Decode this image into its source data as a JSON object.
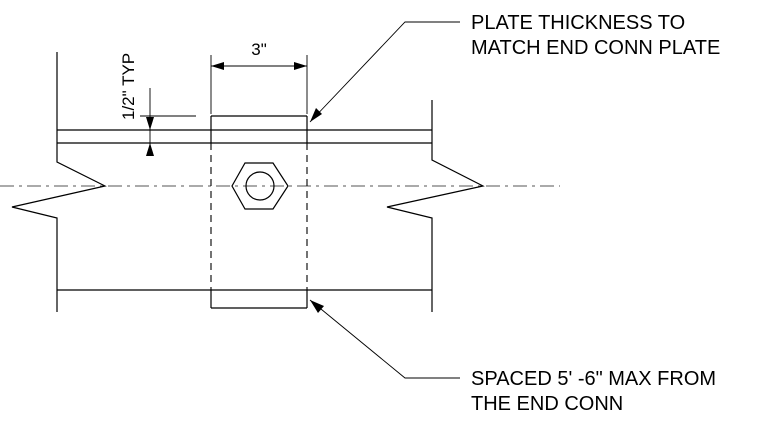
{
  "labels": {
    "plate_thickness_line1": "PLATE THICKNESS TO",
    "plate_thickness_line2": "MATCH END CONN PLATE",
    "spacing_line1": "SPACED 5' -6\" MAX FROM",
    "spacing_line2": "THE END CONN",
    "dim_width": "3\"",
    "dim_typ": "1/2\" TYP"
  }
}
